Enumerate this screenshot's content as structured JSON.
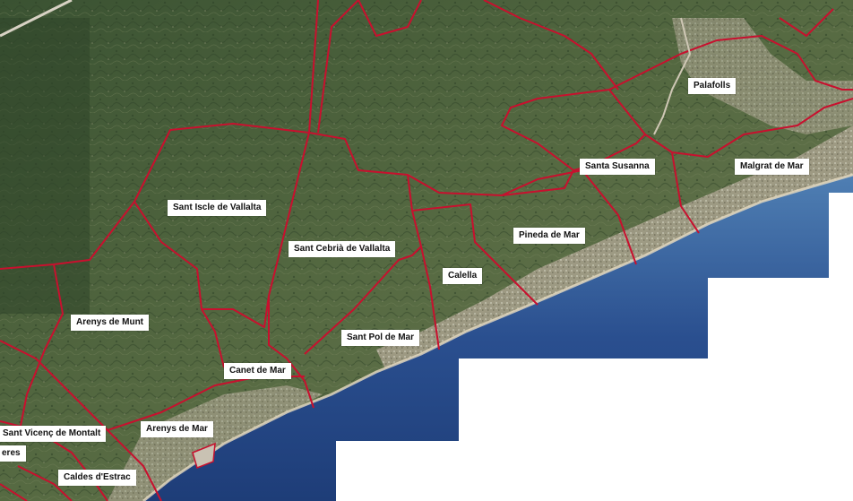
{
  "map": {
    "colors": {
      "boundary": "#c8102e",
      "sea_deep": "#1e3d78",
      "sea_shallow": "#4f7fb3",
      "land_dark": "#3d5630",
      "land_mid": "#5b6f45",
      "urban": "#b8b0a2",
      "blank": "#ffffff"
    },
    "labels": {
      "palafolls": "Palafolls",
      "santa_susanna": "Santa Susanna",
      "malgrat": "Malgrat de Mar",
      "sant_iscle": "Sant Iscle de Vallalta",
      "sant_cebria": "Sant Cebrià de Vallalta",
      "pineda": "Pineda de Mar",
      "calella": "Calella",
      "arenys_munt": "Arenys de Munt",
      "sant_pol": "Sant Pol de Mar",
      "canet": "Canet de Mar",
      "arenys_mar": "Arenys de Mar",
      "sant_vicenc": "Sant Vicenç de Montalt",
      "cut_label": "eres",
      "caldes": "Caldes d'Estrac"
    }
  }
}
